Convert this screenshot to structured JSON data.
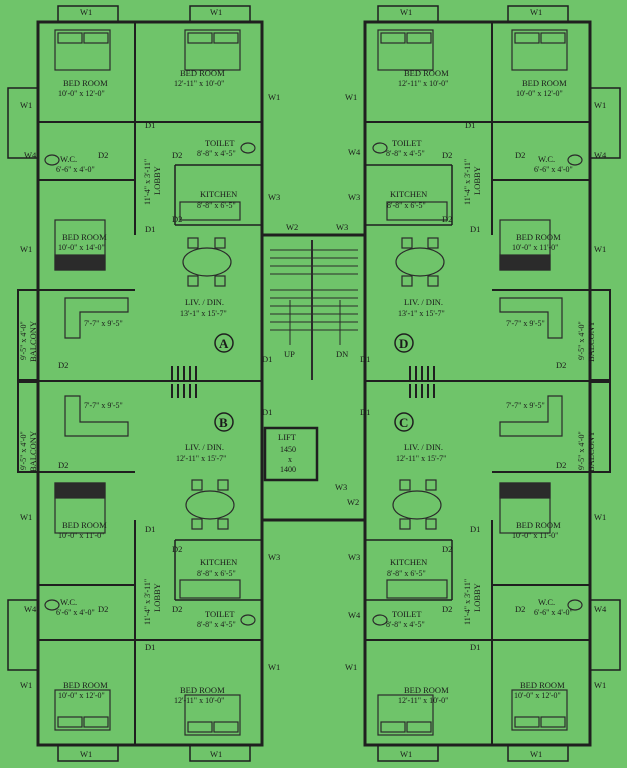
{
  "colors": {
    "background": "#6fc46a",
    "wall": "#1f1f1f",
    "line": "#2b2b2b"
  },
  "labels": {
    "w1": "W1",
    "w2": "W2",
    "w3": "W3",
    "w4": "W4",
    "d1": "D1",
    "d2": "D2",
    "up": "UP",
    "dn": "DN",
    "flat_a": "A",
    "flat_b": "B",
    "flat_c": "C",
    "flat_d": "D",
    "bed_room": "BED ROOM",
    "toilet": "TOILET",
    "kitchen": "KITCHEN",
    "lobby": "LOBBY",
    "liv_din": "LIV. / DIN.",
    "balcony": "BALCONY",
    "wc": "W.C.",
    "lift": "LIFT",
    "lift_w": "1450",
    "lift_x": "x",
    "lift_h": "1400"
  },
  "dims": {
    "bed_10_12": "10'-0\" x 12'-0\"",
    "bed_12_11_10": "12'-11\" x 10'-0\"",
    "bed_10_14": "10'-0\" x 14'-0\"",
    "bed_10_11": "10'-0\" x 11'-0\"",
    "toilet": "8'-8\" x 4'-5\"",
    "kitchen": "8'-8\" x 6'-5\"",
    "lobby": "11'-4\" x 3'-11\"",
    "wc": "6'-6\" x 4'-0\"",
    "livdin_13_1": "13'-1\" x 15'-7\"",
    "livdin_12_11": "12'-11\" x 15'-7\"",
    "balcony": "9'-5\" x 4'-0\"",
    "sofa": "7'-7\" x 9'-5\""
  }
}
